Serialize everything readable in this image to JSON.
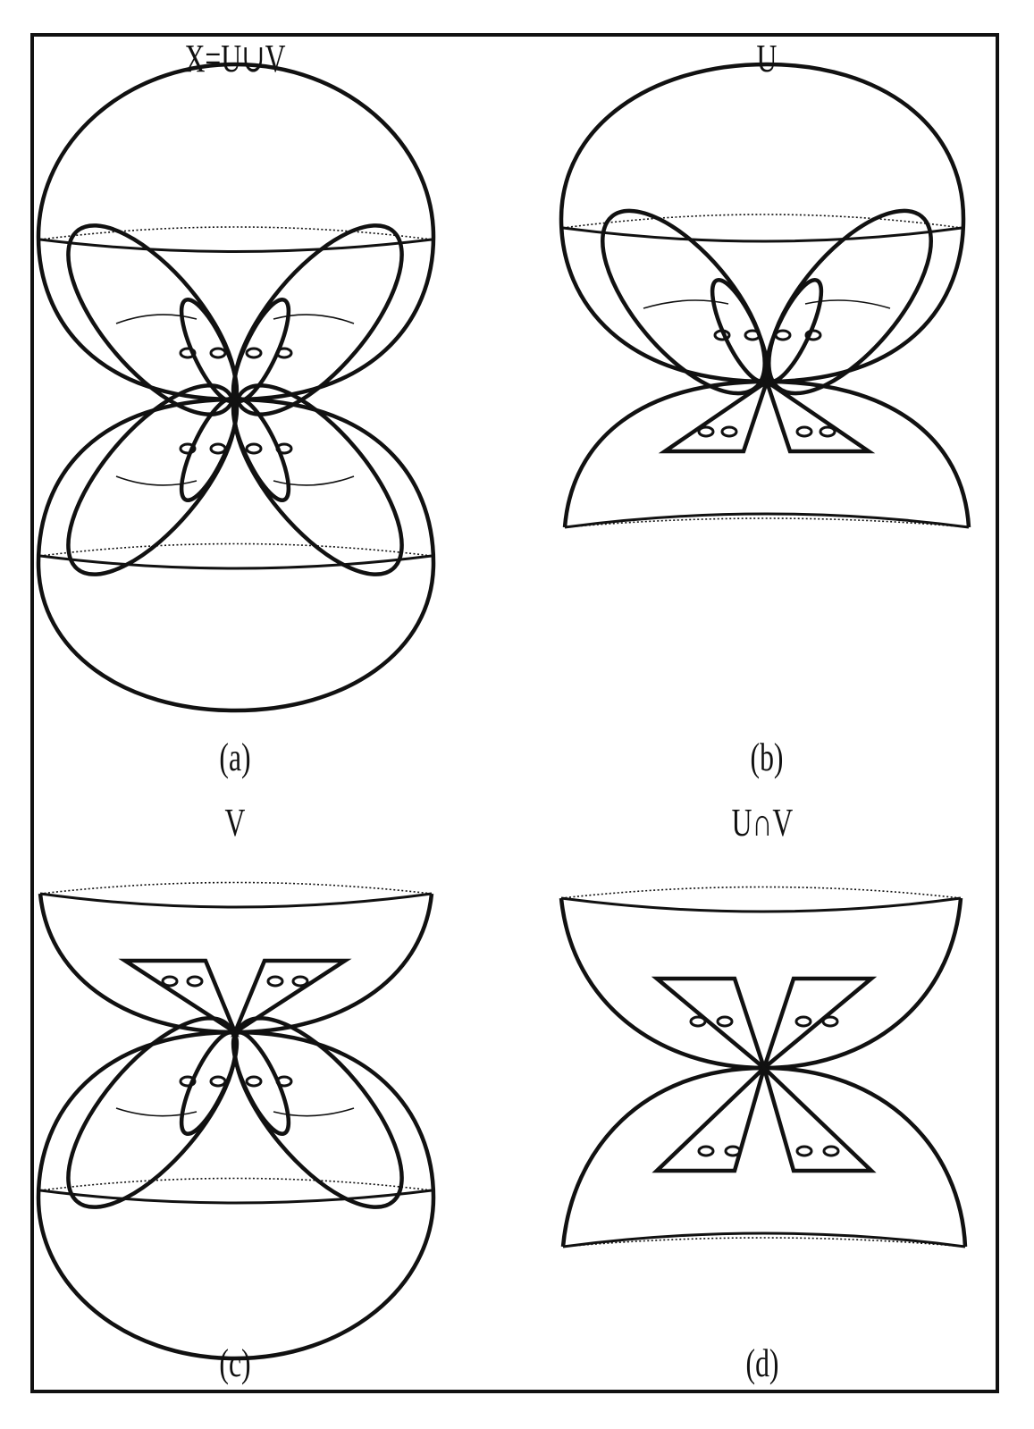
{
  "panels": [
    {
      "title": "X=U∪V",
      "caption": "(a)"
    },
    {
      "title": "U",
      "caption": "(b)"
    },
    {
      "title": "V",
      "caption": "(c)"
    },
    {
      "title": "U∩V",
      "caption": "(d)"
    }
  ]
}
